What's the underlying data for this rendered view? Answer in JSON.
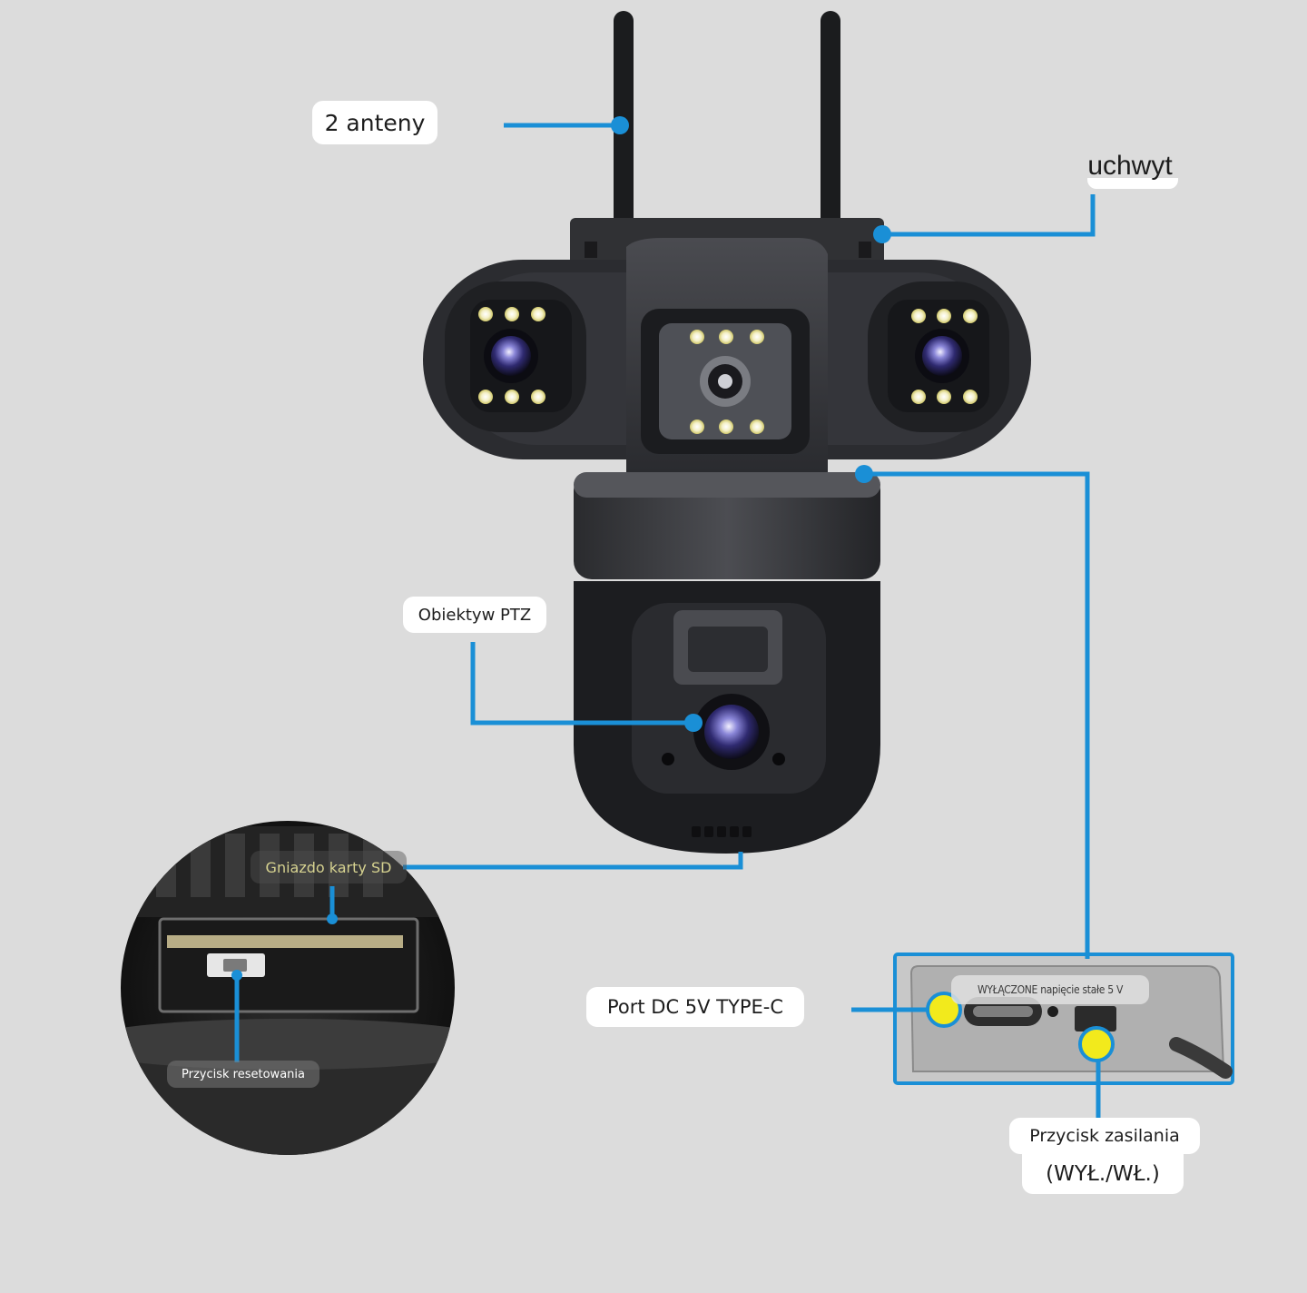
{
  "labels": {
    "antennas": "2 anteny",
    "holder": "uchwyt",
    "ptz_lens": "Obiektyw PTZ",
    "sd_slot": "Gniazdo karty SD",
    "reset_button": "Przycisk resetowania",
    "dc_port": "Port DC 5V TYPE-C",
    "off_voltage": "WYŁĄCZONE napięcie stałe 5 V",
    "power_button_line1": "Przycisk zasilania",
    "power_button_line2": "(WYŁ./WŁ.)"
  },
  "colors": {
    "background": "#dcdcdc",
    "callout_line": "#1a8fd6",
    "camera_body": "#3a3b3f",
    "camera_dark": "#1c1d20",
    "marker_yellow": "#f2ea1c"
  }
}
